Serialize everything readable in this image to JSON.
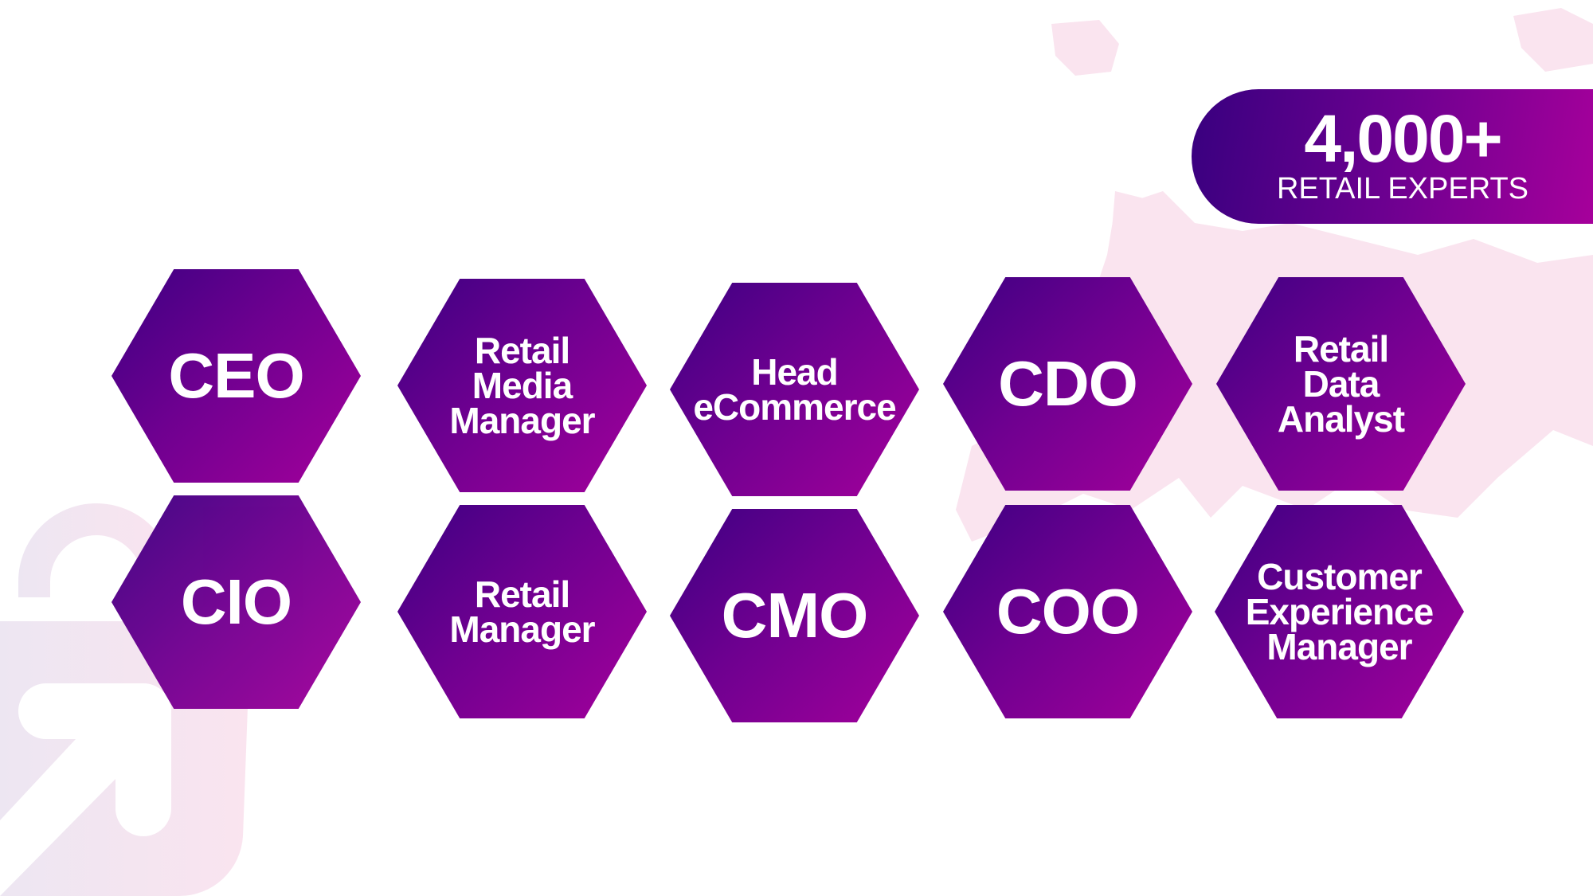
{
  "badge": {
    "count": "4,000+",
    "label": "RETAIL EXPERTS"
  },
  "roles": [
    "CEO",
    "Retail\nMedia\nManager",
    "Head\neCommerce",
    "CDO",
    "Retail\nData\nAnalyst",
    "CIO",
    "Retail\nManager",
    "CMO",
    "COO",
    "Customer\nExperience\nManager"
  ],
  "colors": {
    "gradient_start": "#3c0082",
    "gradient_end": "#a4009b",
    "background_shape": "#f7e1ee"
  }
}
